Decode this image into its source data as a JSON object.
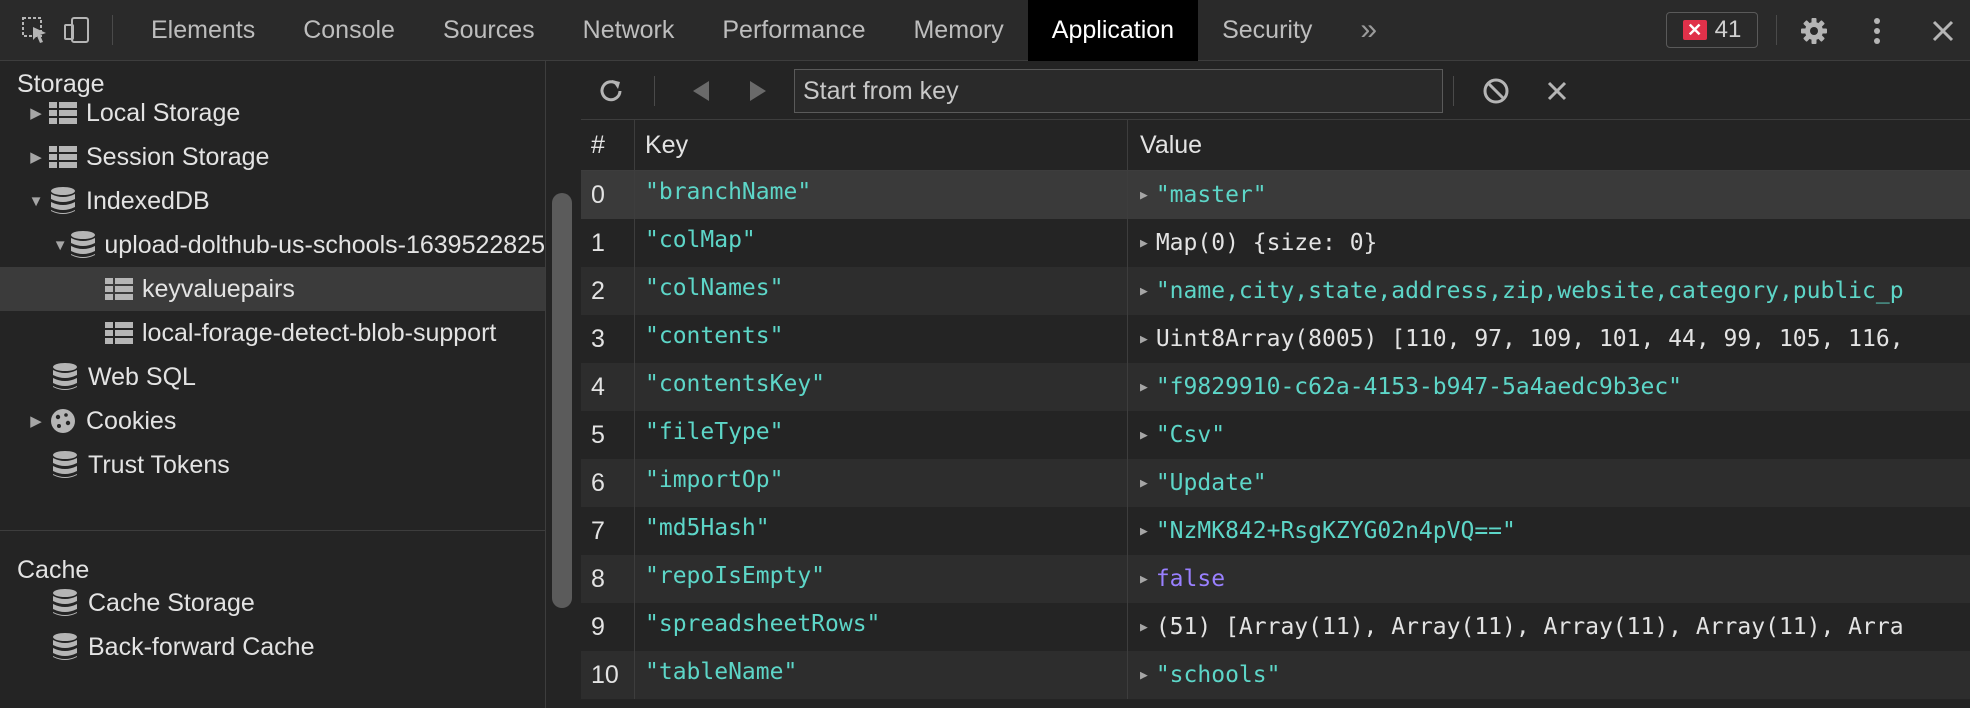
{
  "tabs": [
    "Elements",
    "Console",
    "Sources",
    "Network",
    "Performance",
    "Memory",
    "Application",
    "Security"
  ],
  "active_tab": "Application",
  "more_tabs": "»",
  "error_count": "41",
  "sidebar": {
    "storage_title": "Storage",
    "storage_items": {
      "local_storage": "Local Storage",
      "session_storage": "Session Storage",
      "indexeddb": "IndexedDB",
      "database": "upload-dolthub-us-schools-1639522825",
      "store_keyvaluepairs": "keyvaluepairs",
      "store_blob": "local-forage-detect-blob-support",
      "web_sql": "Web SQL",
      "cookies": "Cookies",
      "trust_tokens": "Trust Tokens"
    },
    "cache_title": "Cache",
    "cache_items": {
      "cache_storage": "Cache Storage",
      "back_forward": "Back-forward Cache"
    }
  },
  "toolbar": {
    "start_placeholder": "Start from key"
  },
  "table": {
    "headers": {
      "num": "#",
      "key": "Key",
      "value": "Value"
    },
    "rows": [
      {
        "num": "0",
        "key": "\"branchName\"",
        "value": "\"master\""
      },
      {
        "num": "1",
        "key": "\"colMap\"",
        "value": "Map(0) {size: 0}"
      },
      {
        "num": "2",
        "key": "\"colNames\"",
        "value": "\"name,city,state,address,zip,website,category,public_p"
      },
      {
        "num": "3",
        "key": "\"contents\"",
        "value": "Uint8Array(8005) [110, 97, 109, 101, 44, 99, 105, 116,"
      },
      {
        "num": "4",
        "key": "\"contentsKey\"",
        "value": "\"f9829910-c62a-4153-b947-5a4aedc9b3ec\""
      },
      {
        "num": "5",
        "key": "\"fileType\"",
        "value": "\"Csv\""
      },
      {
        "num": "6",
        "key": "\"importOp\"",
        "value": "\"Update\""
      },
      {
        "num": "7",
        "key": "\"md5Hash\"",
        "value": "\"NzMK842+RsgKZYG02n4pVQ==\""
      },
      {
        "num": "8",
        "key": "\"repoIsEmpty\"",
        "value": "false"
      },
      {
        "num": "9",
        "key": "\"spreadsheetRows\"",
        "value": "(51) [Array(11), Array(11), Array(11), Array(11), Arra"
      },
      {
        "num": "10",
        "key": "\"tableName\"",
        "value": "\"schools\""
      }
    ]
  },
  "colors": {
    "string": "#5dd6c8",
    "number": "#9980ff",
    "error_badge": "#e0314a"
  }
}
